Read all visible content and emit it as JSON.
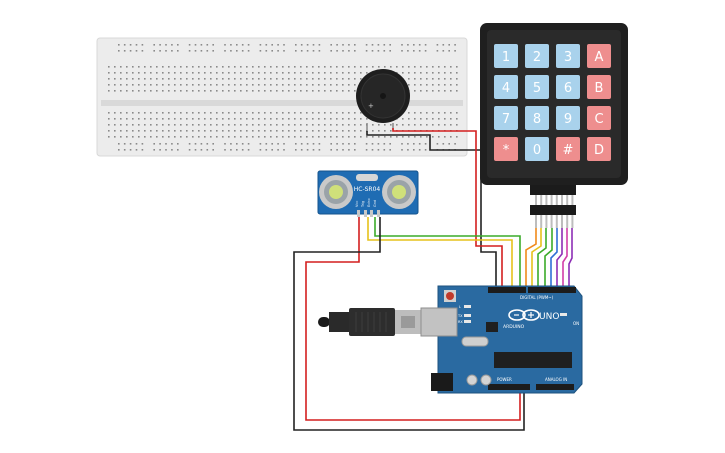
{
  "keypad": {
    "keys": [
      {
        "label": "1",
        "kind": "num"
      },
      {
        "label": "2",
        "kind": "num"
      },
      {
        "label": "3",
        "kind": "num"
      },
      {
        "label": "A",
        "kind": "letter"
      },
      {
        "label": "4",
        "kind": "num"
      },
      {
        "label": "5",
        "kind": "num"
      },
      {
        "label": "6",
        "kind": "num"
      },
      {
        "label": "B",
        "kind": "letter"
      },
      {
        "label": "7",
        "kind": "num"
      },
      {
        "label": "8",
        "kind": "num"
      },
      {
        "label": "9",
        "kind": "num"
      },
      {
        "label": "C",
        "kind": "letter"
      },
      {
        "label": "*",
        "kind": "letter"
      },
      {
        "label": "0",
        "kind": "num"
      },
      {
        "label": "#",
        "kind": "letter"
      },
      {
        "label": "D",
        "kind": "letter"
      }
    ],
    "num_color": "#a9d2ec",
    "letter_color": "#ee8e8e",
    "body_color": "#1f1f1f"
  },
  "sensor": {
    "model_label": "HC-SR04",
    "pin_labels": [
      "Vcc",
      "Trig",
      "Echo",
      "Gnd"
    ],
    "board_color": "#1f6cb3"
  },
  "buzzer": {
    "plus_label": "+"
  },
  "arduino": {
    "logo_text": "UNO",
    "brand_text": "ARDUINO",
    "digital_label": "DIGITAL (PWM~)",
    "power_label": "POWER",
    "analog_label": "ANALOG IN",
    "on_label": "ON",
    "tx_label": "TX",
    "rx_label": "RX",
    "l_label": "L",
    "board_color": "#2a6aa1"
  },
  "wire_colors": {
    "red": "#d31f1f",
    "black": "#222222",
    "green": "#3cab2a",
    "yellow": "#e6c21c",
    "orange": "#f08a1c",
    "blue": "#2f6fd6",
    "purple": "#8e2fb5",
    "pink": "#d23ea8"
  }
}
